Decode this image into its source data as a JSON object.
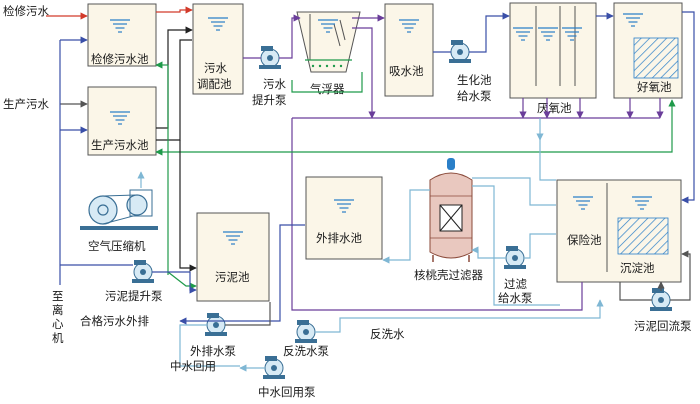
{
  "labels": {
    "maintenance_sewage": "检修污水",
    "production_sewage": "生产污水",
    "maintenance_tank": "检修污水池",
    "production_tank": "生产污水池",
    "regulating_tank_1": "污水",
    "regulating_tank_2": "调配池",
    "lift_pump_1": "污水",
    "lift_pump_2": "提升泵",
    "air_flotation": "气浮器",
    "suction_tank": "吸水池",
    "biochem_feed_pump_1": "生化池",
    "biochem_feed_pump_2": "给水泵",
    "anaerobic_tank": "厌氧池",
    "aerobic_tank": "好氧池",
    "air_compressor": "空气压缩机",
    "sludge_tank": "污泥池",
    "discharge_tank": "外排水池",
    "walnut_filter": "核桃壳过滤器",
    "filter_feed_pump_1": "过滤",
    "filter_feed_pump_2": "给水泵",
    "safety_tank": "保险池",
    "sediment_tank": "沉淀池",
    "to_centrifuge": [
      "至",
      "离",
      "心",
      "机"
    ],
    "sludge_lift_pump": "污泥提升泵",
    "qualified_discharge": "合格污水外排",
    "discharge_pump": "外排水泵",
    "backwash_pump": "反洗水泵",
    "reclaimed_water": "中水回用",
    "reclaimed_pump": "中水回用泵",
    "backwash_water": "反洗水",
    "sludge_return_pump": "污泥回流泵"
  },
  "colors": {
    "red": "#d23a2a",
    "blue": "#3a4fa8",
    "purple": "#6a3d9a",
    "green": "#1f9a4a",
    "cyan": "#7fb7d4",
    "water": "#2a7fc8",
    "tank_fill": "#fbf6e8",
    "filter_fill": "#e9c8bf"
  },
  "icons": {
    "pump": "centrifugal-pump-icon",
    "compressor": "air-compressor-icon",
    "filter": "walnut-shell-filter-icon",
    "water_level": "water-level-icon"
  }
}
